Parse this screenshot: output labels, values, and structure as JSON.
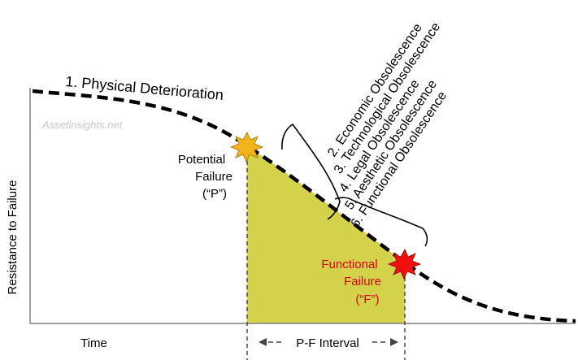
{
  "axes": {
    "y_label": "Resistance to Failure",
    "x_label": "Time"
  },
  "watermark": "Assetinsights.net",
  "curve_label": "1. Physical Deterioration",
  "obsolescence": [
    "2. Economic Obsolescence",
    "3. Technological Obsolescence",
    "4. Legal Obsolescence",
    "5. Aesthetic Obsolescence",
    "6. Functional Obsolescence"
  ],
  "potential_failure": {
    "line1": "Potential",
    "line2": "Failure",
    "line3": "(“P”)"
  },
  "functional_failure": {
    "line1": "Functional",
    "line2": "Failure",
    "line3": "(“F”)"
  },
  "pf_interval": "P-F Interval",
  "colors": {
    "pf_area_fill": "#d4d14a",
    "potential_star": "#f2b31b",
    "functional_star": "#f20f0f",
    "functional_text": "#e00000",
    "watermark": "#c8c8c8",
    "curve": "#000000"
  }
}
